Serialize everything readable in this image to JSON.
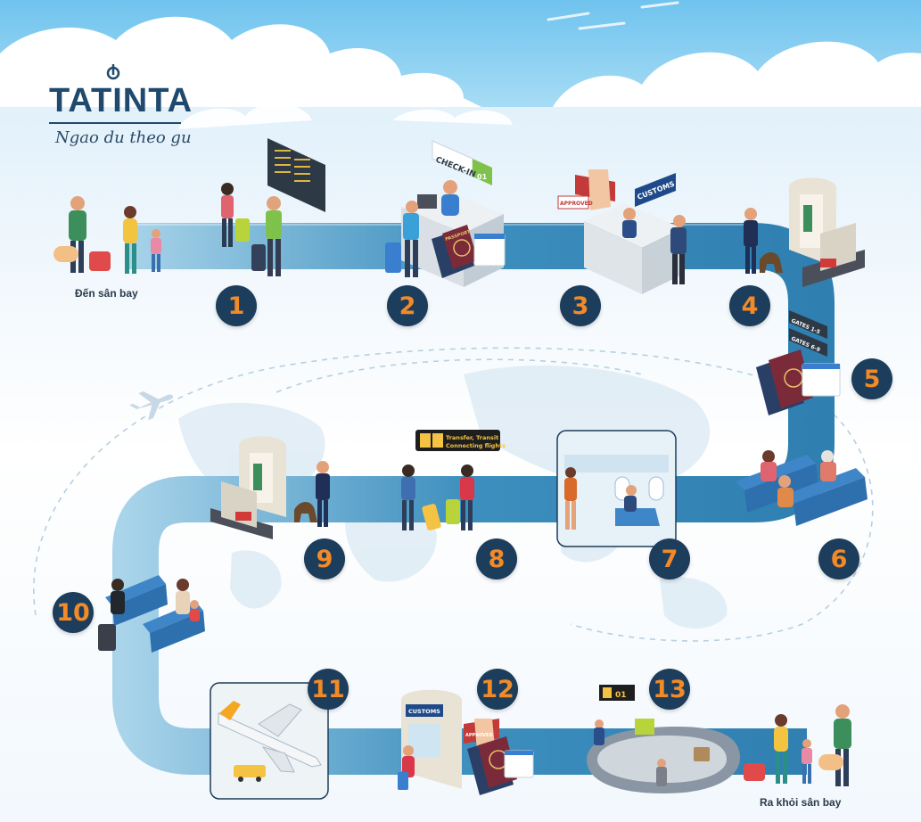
{
  "brand": {
    "title": "TATINTA",
    "tagline": "Ngao du theo gu"
  },
  "labels": {
    "start": "Đến sân bay",
    "end": "Ra khỏi sân bay"
  },
  "signs": {
    "checkin": "CHECK-IN",
    "checkin_counter": "01",
    "customs": "CUSTOMS",
    "customs_arrival": "CUSTOMS",
    "approved": "APPROVED",
    "approved_arrival": "APPROVED",
    "gates_1": "GATES 1-5",
    "gates_2": "GATES 6-9",
    "transfer_line1": "Transfer, Transit",
    "transfer_line2": "Connecting flights",
    "passport": "PASSPORT",
    "baggage_belt": "01"
  },
  "steps": [
    {
      "number": "1"
    },
    {
      "number": "2"
    },
    {
      "number": "3"
    },
    {
      "number": "4"
    },
    {
      "number": "5"
    },
    {
      "number": "6"
    },
    {
      "number": "7"
    },
    {
      "number": "8"
    },
    {
      "number": "9"
    },
    {
      "number": "10"
    },
    {
      "number": "11"
    },
    {
      "number": "12"
    },
    {
      "number": "13"
    }
  ],
  "colors": {
    "path": "#3d8fbe",
    "badge_bg": "#1d3d5c",
    "badge_text": "#f28a28",
    "sky": "#8fd0f0",
    "navy": "#1f4a6e"
  }
}
